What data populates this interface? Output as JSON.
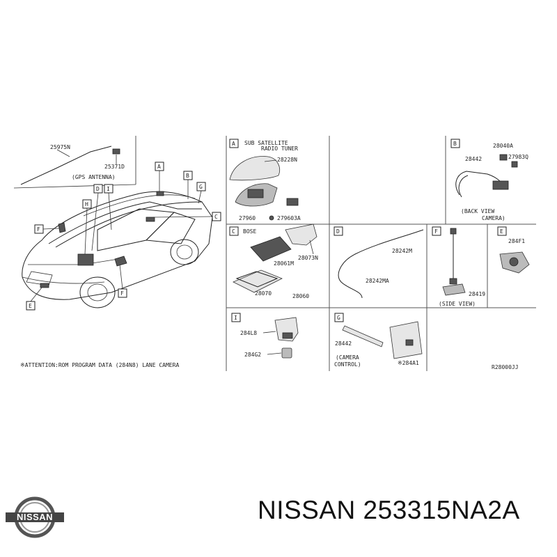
{
  "diagram": {
    "gps_parts": [
      "25975N",
      "25371D"
    ],
    "gps_caption": "(GPS ANTENNA)",
    "callouts": [
      "A",
      "B",
      "C",
      "D",
      "E",
      "F",
      "G",
      "H",
      "I"
    ],
    "attention_note": "※ATTENTION:ROM PROGRAM DATA (284N8) LANE CAMERA",
    "ref_code": "R28000JJ",
    "panels": {
      "A": {
        "letter": "A",
        "title_line1": "SUB SATELLITE",
        "title_line2": "RADIO TUNER",
        "parts": [
          "28228N",
          "27960",
          "279603A"
        ]
      },
      "B": {
        "letter": "B",
        "parts": [
          "28442",
          "28040A",
          "27983Q"
        ],
        "caption_line1": "(BACK VIEW",
        "caption_line2": "CAMERA)"
      },
      "C": {
        "letter": "C",
        "subtitle": "BOSE",
        "parts": [
          "28073N",
          "28061M",
          "28070",
          "28060"
        ]
      },
      "D": {
        "letter": "D",
        "parts": [
          "28242M",
          "28242MA"
        ]
      },
      "F": {
        "letter": "F",
        "parts": [
          "28419"
        ],
        "caption": "(SIDE VIEW)"
      },
      "E": {
        "letter": "E",
        "parts": [
          "284F1"
        ]
      },
      "I": {
        "letter": "I",
        "parts": [
          "284L8",
          "284G2"
        ]
      },
      "G": {
        "letter": "G",
        "parts": [
          "28442",
          "※284A1"
        ],
        "caption_line1": "(CAMERA",
        "caption_line2": "CONTROL)"
      }
    }
  },
  "footer": {
    "brand_logo_text": "NISSAN",
    "part_title": "NISSAN 253315NA2A"
  }
}
